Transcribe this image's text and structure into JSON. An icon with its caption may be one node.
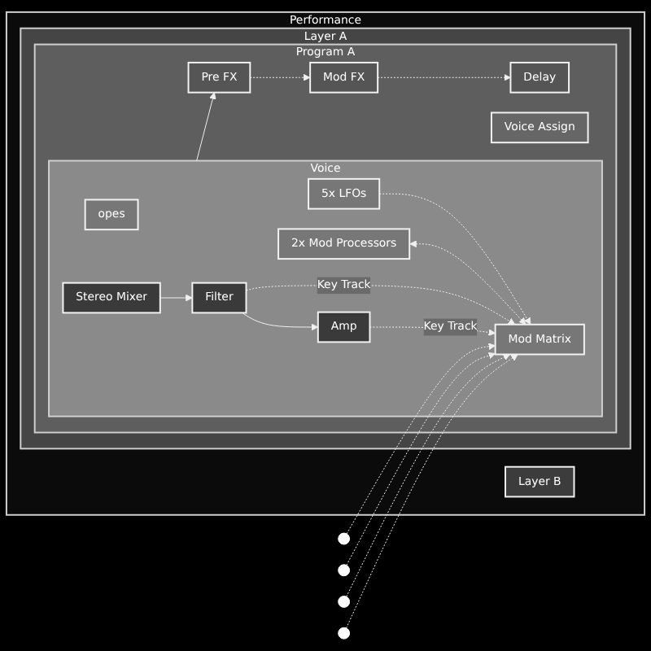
{
  "diagram": {
    "nodes": [
      {
        "text": [
          "Performance"
        ]
      },
      {
        "text": [
          "Layer B"
        ],
        "in": 0
      },
      {
        "text": [
          "Layer A"
        ],
        "in": 0
      },
      {
        "text": [
          "Program A"
        ],
        "in": 2
      },
      {
        "text": [
          "Voice"
        ],
        "in": 3
      },
      {
        "text": [
          "opes"
        ],
        "in": 4
      },
      {
        "text": [
          "5x LFOs"
        ],
        "in": 4
      },
      {
        "text": [
          "2x Mod Processors"
        ],
        "in": 4
      },
      {
        "text": [
          "Mod Matrix"
        ],
        "in": 4
      },
      {
        "text": [
          "Stereo Mixer"
        ],
        "in": 4
      },
      {
        "text": [
          "Filter"
        ],
        "in": 4
      },
      {
        "text": [
          "Amp"
        ],
        "in": 4
      },
      {
        "text": [
          "Voice Assign"
        ],
        "in": 3
      },
      {
        "text": [
          "Pre FX"
        ],
        "in": 3
      },
      {
        "text": [
          "Mod FX"
        ],
        "in": 3
      },
      {
        "text": [
          "Delay"
        ],
        "in": 3
      }
    ],
    "edges": [
      {
        "from": 6,
        "to": 8,
        "arrow": "to",
        "style": "dashed"
      },
      {
        "from": null,
        "to": 8,
        "arrow": "to",
        "style": "dashed"
      },
      {
        "from": null,
        "to": 8,
        "arrow": "to",
        "style": "dashed"
      },
      {
        "from": 7,
        "to": 8,
        "arrow": "both",
        "style": "dashed"
      },
      {
        "from": 10,
        "to": 8,
        "arrow": "to",
        "style": "dashed",
        "label": "Key Track"
      },
      {
        "from": 11,
        "to": 8,
        "arrow": "to",
        "style": "dashed",
        "label": "Key Track"
      },
      {
        "from": 9,
        "to": 10,
        "arrow": "to"
      },
      {
        "from": 10,
        "to": 11,
        "arrow": "to"
      },
      {
        "from": 4,
        "to": 13,
        "arrow": "to"
      },
      {
        "from": 13,
        "to": 14,
        "arrow": "to",
        "style": "dashed"
      },
      {
        "from": 14,
        "to": 15,
        "arrow": "to",
        "style": "dashed"
      },
      {
        "from": null,
        "to": 8,
        "arrow": "to",
        "style": "dashed"
      },
      {
        "from": null,
        "to": 8,
        "arrow": "to",
        "style": "dashed"
      }
    ]
  }
}
